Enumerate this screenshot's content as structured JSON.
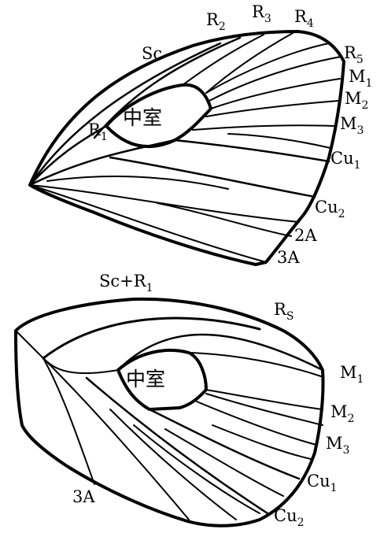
{
  "forewing": {
    "cell": "中室",
    "labels": {
      "R2": {
        "base": "R",
        "sub": "2"
      },
      "R3": {
        "base": "R",
        "sub": "3"
      },
      "R4": {
        "base": "R",
        "sub": "4"
      },
      "R5": {
        "base": "R",
        "sub": "5"
      },
      "Sc": {
        "base": "Sc",
        "sub": ""
      },
      "M1": {
        "base": "M",
        "sub": "1"
      },
      "M2": {
        "base": "M",
        "sub": "2"
      },
      "M3": {
        "base": "M",
        "sub": "3"
      },
      "R1": {
        "base": "R",
        "sub": "1"
      },
      "Cu1": {
        "base": "Cu",
        "sub": "1"
      },
      "Cu2": {
        "base": "Cu",
        "sub": "2"
      },
      "A2": {
        "base": "2A",
        "sub": ""
      },
      "A3": {
        "base": "3A",
        "sub": ""
      }
    }
  },
  "hindwing": {
    "cell": "中室",
    "labels": {
      "ScR1": {
        "base": "Sc+R",
        "sub": "1"
      },
      "Rs": {
        "base": "R",
        "sub": "S"
      },
      "M1": {
        "base": "M",
        "sub": "1"
      },
      "M2": {
        "base": "M",
        "sub": "2"
      },
      "M3": {
        "base": "M",
        "sub": "3"
      },
      "Cu1": {
        "base": "Cu",
        "sub": "1"
      },
      "Cu2": {
        "base": "Cu",
        "sub": "2"
      },
      "A3": {
        "base": "3A",
        "sub": ""
      }
    }
  }
}
